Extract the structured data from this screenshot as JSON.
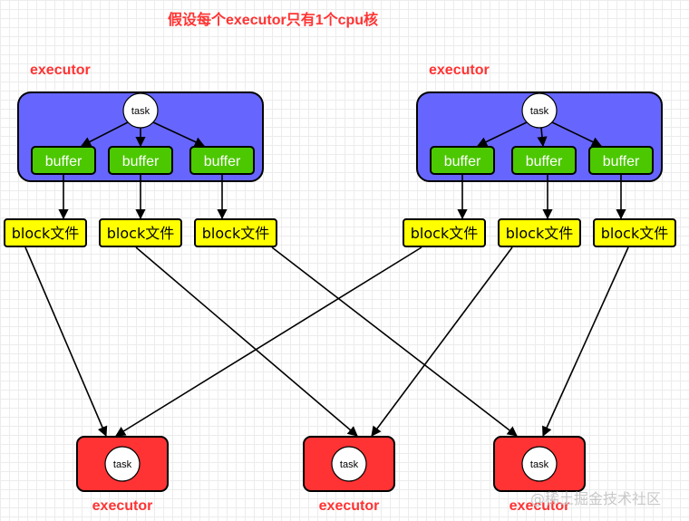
{
  "title": "假设每个executor只有1个cpu核",
  "map_executors": [
    {
      "label": "executor",
      "task": "task",
      "buffers": [
        "buffer",
        "buffer",
        "buffer"
      ]
    },
    {
      "label": "executor",
      "task": "task",
      "buffers": [
        "buffer",
        "buffer",
        "buffer"
      ]
    }
  ],
  "blocks": [
    "block文件",
    "block文件",
    "block文件",
    "block文件",
    "block文件",
    "block文件"
  ],
  "reduce_executors": [
    {
      "label": "executor",
      "task": "task"
    },
    {
      "label": "executor",
      "task": "task"
    },
    {
      "label": "executor",
      "task": "task"
    }
  ],
  "watermark": "@稀土掘金技术社区",
  "colors": {
    "executor_fill": "#6666ff",
    "buffer_fill": "#4cc800",
    "block_fill": "#ffff00",
    "reduce_fill": "#ff3333",
    "label_red": "#ff3333"
  }
}
